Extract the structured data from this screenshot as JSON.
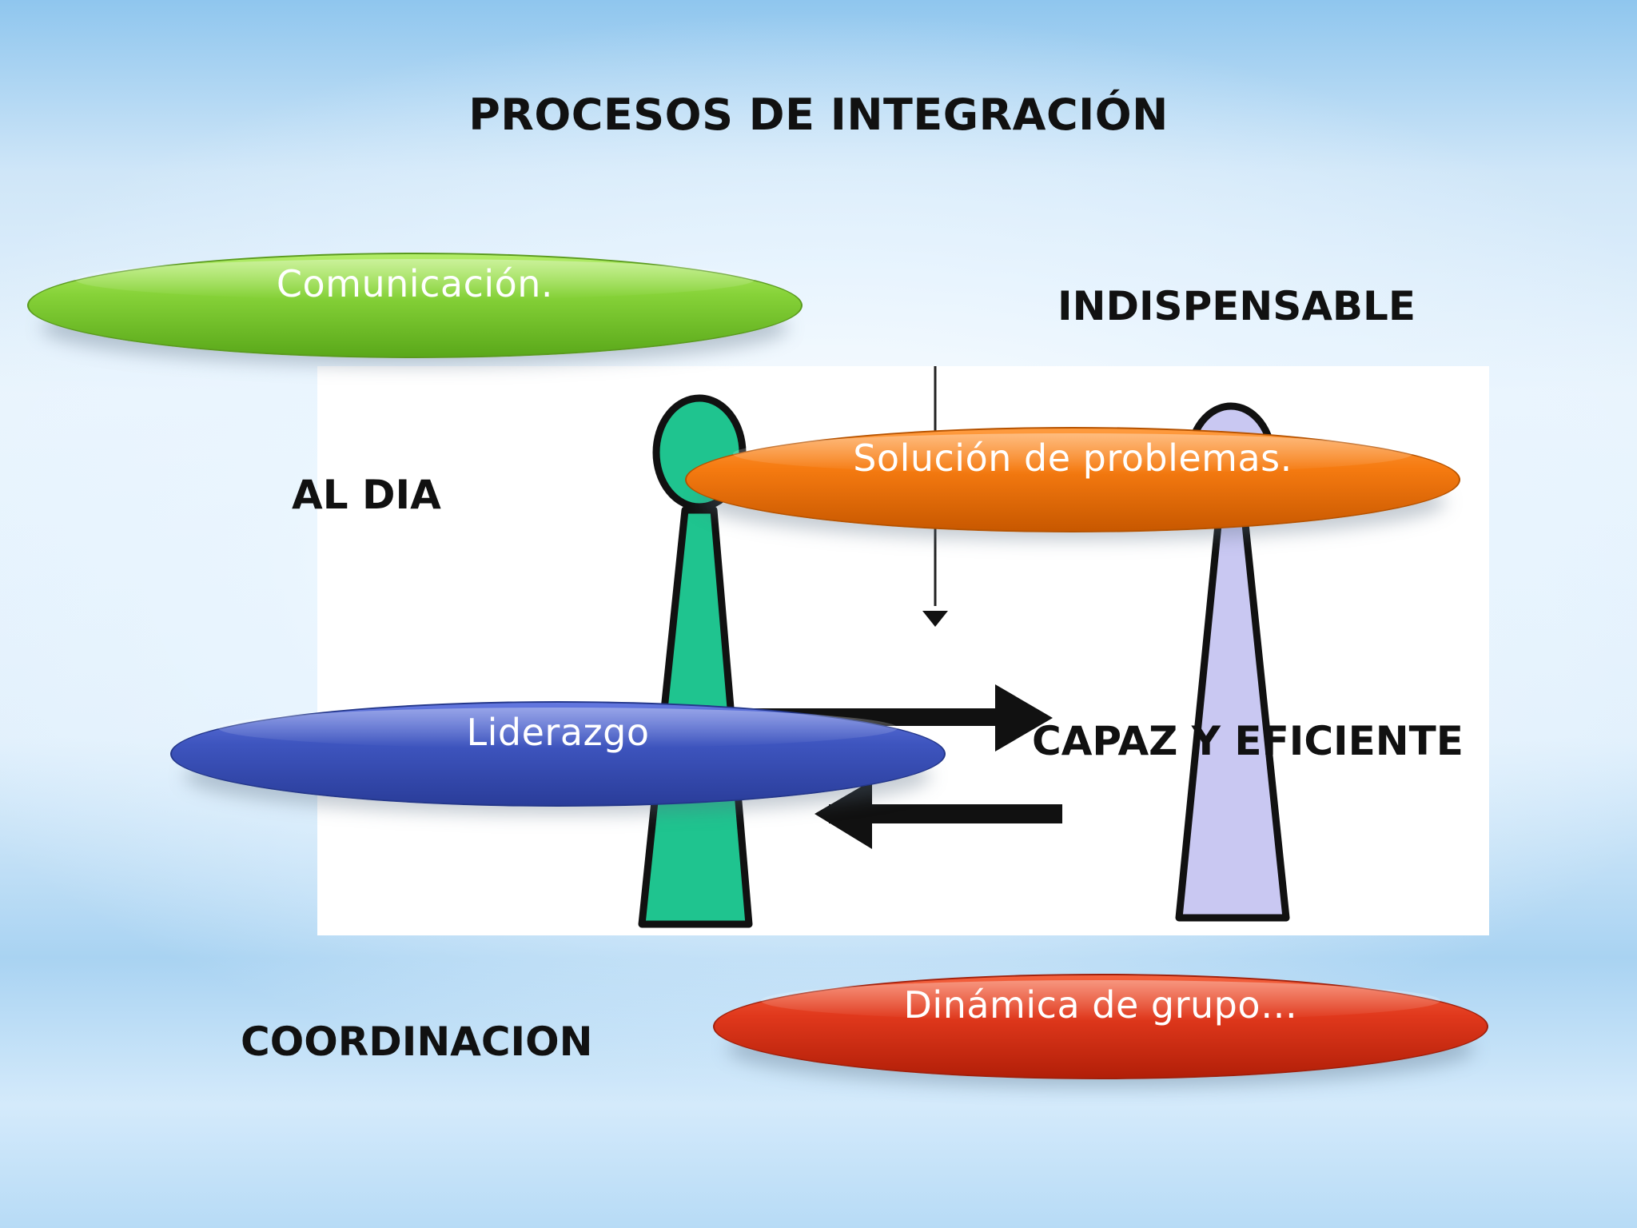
{
  "slide": {
    "title": "PROCESOS DE INTEGRACIÓN",
    "labels": {
      "indispensable": "INDISPENSABLE",
      "al_dia": "AL DIA",
      "capaz": "CAPAZ Y EFICIENTE",
      "coordinacion": "COORDINACION"
    },
    "pills": {
      "comunicacion": "Comunicación.",
      "solucion": "Solución de problemas.",
      "liderazgo": "Liderazgo",
      "dinamica": "Dinámica de grupo…"
    },
    "colors": {
      "green": "#86d238",
      "orange": "#f57a10",
      "blue": "#3e55bf",
      "red": "#e0381c",
      "figure_left": "#1fc48f",
      "figure_right": "#c9c8f2"
    },
    "icons": [
      "person-figure-icon",
      "arrow-right-icon",
      "arrow-left-icon",
      "arrow-down-icon"
    ]
  }
}
